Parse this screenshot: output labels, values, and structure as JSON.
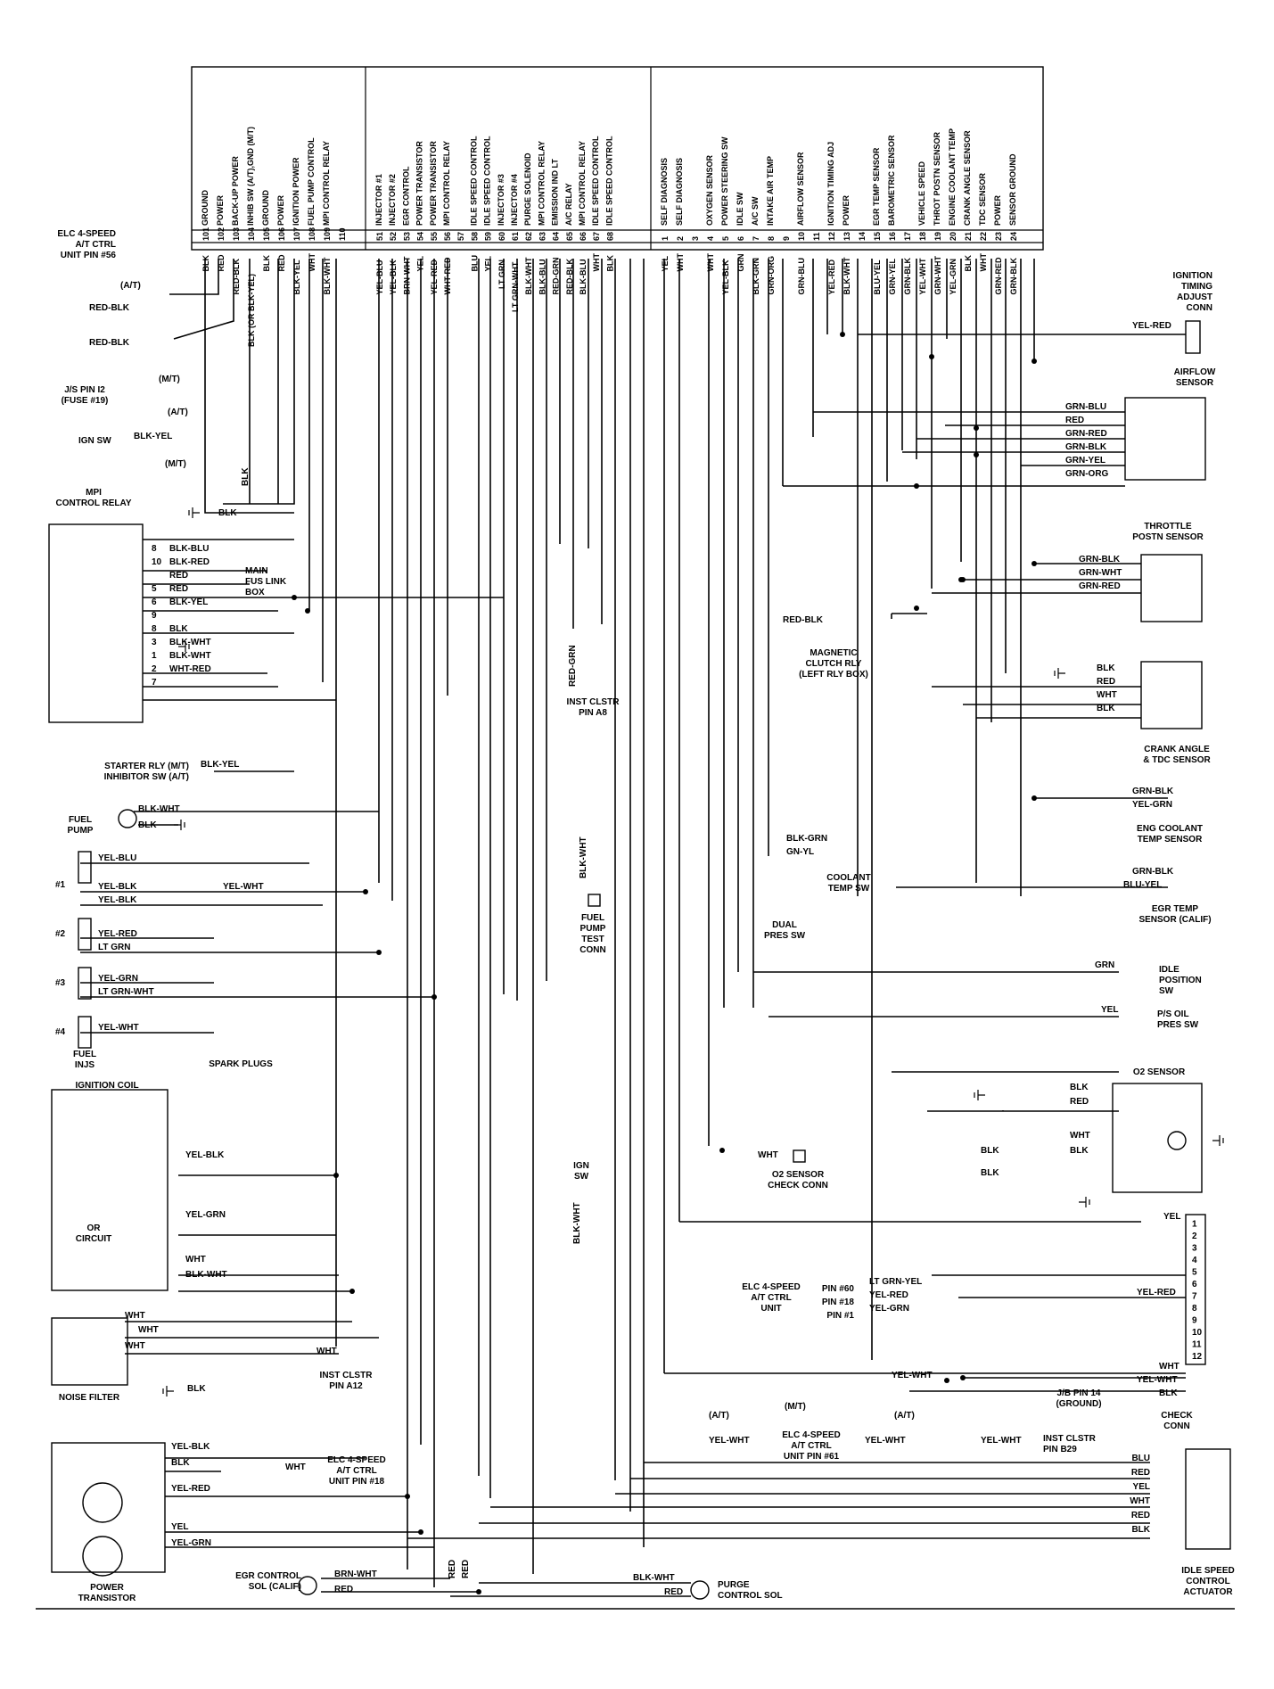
{
  "ecu": {
    "groups": [
      {
        "pins": [
          {
            "num": "101",
            "func": "GROUND",
            "wire": "BLK"
          },
          {
            "num": "102",
            "func": "POWER",
            "wire": "RED"
          },
          {
            "num": "103",
            "func": "BACK-UP POWER",
            "wire": "RED-BLK"
          },
          {
            "num": "104",
            "func": "INHIB SW (A/T),GND (M/T)",
            "wire": "BLK (OR BLK-YEL)"
          },
          {
            "num": "105",
            "func": "GROUND",
            "wire": "BLK"
          },
          {
            "num": "106",
            "func": "POWER",
            "wire": "RED"
          },
          {
            "num": "107",
            "func": "IGNITION POWER",
            "wire": "BLK-YEL"
          },
          {
            "num": "108",
            "func": "FUEL PUMP CONTROL",
            "wire": "WHT"
          },
          {
            "num": "109",
            "func": "MPI CONTROL RELAY",
            "wire": "BLK-WHT"
          },
          {
            "num": "110",
            "func": "",
            "wire": ""
          }
        ]
      },
      {
        "pins": [
          {
            "num": "51",
            "func": "INJECTOR #1",
            "wire": "YEL-BLU"
          },
          {
            "num": "52",
            "func": "INJECTOR #2",
            "wire": "YEL-BLK"
          },
          {
            "num": "53",
            "func": "EGR CONTROL",
            "wire": "BRN-WHT"
          },
          {
            "num": "54",
            "func": "POWER TRANSISTOR",
            "wire": "YEL"
          },
          {
            "num": "55",
            "func": "POWER TRANSISTOR",
            "wire": "YEL-RED"
          },
          {
            "num": "56",
            "func": "MPI CONTROL RELAY",
            "wire": "WHT-RED"
          },
          {
            "num": "57",
            "func": "",
            "wire": ""
          },
          {
            "num": "58",
            "func": "IDLE SPEED CONTROL",
            "wire": "BLU"
          },
          {
            "num": "59",
            "func": "IDLE SPEED CONTROL",
            "wire": "YEL"
          },
          {
            "num": "60",
            "func": "INJECTOR #3",
            "wire": "LT GRN"
          },
          {
            "num": "61",
            "func": "INJECTOR #4",
            "wire": "LT GRN-WHT"
          },
          {
            "num": "62",
            "func": "PURGE SOLENOID",
            "wire": "BLK-WHT"
          },
          {
            "num": "63",
            "func": "MPI CONTROL RELAY",
            "wire": "BLK-BLU"
          },
          {
            "num": "64",
            "func": "EMISSION IND LT",
            "wire": "RED-GRN"
          },
          {
            "num": "65",
            "func": "A/C RELAY",
            "wire": "RED-BLK"
          },
          {
            "num": "66",
            "func": "MPI CONTROL RELAY",
            "wire": "BLK-BLU"
          },
          {
            "num": "67",
            "func": "IDLE SPEED CONTROL",
            "wire": "WHT"
          },
          {
            "num": "68",
            "func": "IDLE SPEED CONTROL",
            "wire": "BLK"
          }
        ]
      },
      {
        "pins": [
          {
            "num": "1",
            "func": "SELF DIAGNOSIS",
            "wire": "YEL"
          },
          {
            "num": "2",
            "func": "SELF DIAGNOSIS",
            "wire": "WHT"
          },
          {
            "num": "3",
            "func": "",
            "wire": ""
          },
          {
            "num": "4",
            "func": "OXYGEN SENSOR",
            "wire": "WHT"
          },
          {
            "num": "5",
            "func": "POWER STEERING SW",
            "wire": "YEL-BLK"
          },
          {
            "num": "6",
            "func": "IDLE SW",
            "wire": "GRN"
          },
          {
            "num": "7",
            "func": "A/C SW",
            "wire": "BLK-GRN"
          },
          {
            "num": "8",
            "func": "INTAKE AIR TEMP",
            "wire": "GRN-ORG"
          },
          {
            "num": "9",
            "func": "",
            "wire": ""
          },
          {
            "num": "10",
            "func": "AIRFLOW SENSOR",
            "wire": "GRN-BLU"
          },
          {
            "num": "11",
            "func": "",
            "wire": ""
          },
          {
            "num": "12",
            "func": "IGNITION TIMING ADJ",
            "wire": "YEL-RED"
          },
          {
            "num": "13",
            "func": "POWER",
            "wire": "BLK-WHT"
          },
          {
            "num": "14",
            "func": "",
            "wire": ""
          },
          {
            "num": "15",
            "func": "EGR TEMP SENSOR",
            "wire": "BLU-YEL"
          },
          {
            "num": "16",
            "func": "BAROMETRIC SENSOR",
            "wire": "GRN-YEL"
          },
          {
            "num": "17",
            "func": "",
            "wire": "GRN-BLK"
          },
          {
            "num": "18",
            "func": "VEHICLE SPEED",
            "wire": "YEL-WHT"
          },
          {
            "num": "19",
            "func": "THROT POSTN SENSOR",
            "wire": "GRN-WHT"
          },
          {
            "num": "20",
            "func": "ENGINE COOLANT TEMP",
            "wire": "YEL-GRN"
          },
          {
            "num": "21",
            "func": "CRANK ANGLE SENSOR",
            "wire": "BLK"
          },
          {
            "num": "22",
            "func": "TDC SENSOR",
            "wire": "WHT"
          },
          {
            "num": "23",
            "func": "POWER",
            "wire": "GRN-RED"
          },
          {
            "num": "24",
            "func": "SENSOR GROUND",
            "wire": "GRN-BLK"
          }
        ]
      }
    ]
  },
  "left_labels": {
    "elc_top": [
      "ELC 4-SPEED",
      "A/T CTRL",
      "UNIT PIN #56"
    ],
    "at": "(A/T)",
    "mt": "(M/T)",
    "red_blk": "RED-BLK",
    "js_pin": [
      "J/S PIN I2",
      "(FUSE #19)"
    ],
    "ign_sw": "IGN SW",
    "blk_yel": "BLK-YEL",
    "blk": "BLK",
    "relay_title": [
      "MPI",
      "CONTROL RELAY"
    ],
    "relay_wires": [
      {
        "pin": "8",
        "wire": "BLK-BLU"
      },
      {
        "pin": "10",
        "wire": "BLK-RED"
      },
      {
        "pin": "",
        "wire": "RED"
      },
      {
        "pin": "5",
        "wire": "RED"
      },
      {
        "pin": "6",
        "wire": "BLK-YEL"
      },
      {
        "pin": "9",
        "wire": ""
      },
      {
        "pin": "8",
        "wire": "BLK"
      },
      {
        "pin": "3",
        "wire": "BLK-WHT"
      },
      {
        "pin": "1",
        "wire": "BLK-WHT"
      },
      {
        "pin": "2",
        "wire": "WHT-RED"
      },
      {
        "pin": "7",
        "wire": ""
      }
    ],
    "main_fus": [
      "MAIN",
      "FUS LINK",
      "BOX"
    ],
    "starter": [
      "STARTER RLY (M/T)",
      "INHIBITOR SW (A/T)"
    ],
    "fuel_pump": [
      "FUEL",
      "PUMP"
    ],
    "blk_wht": "BLK-WHT",
    "injectors": [
      "#1",
      "#2",
      "#3",
      "#4"
    ],
    "inj_wires": [
      "YEL-BLU",
      "YEL-BLK",
      "YEL-WHT",
      "YEL-BLK",
      "YEL-RED",
      "LT GRN",
      "YEL-GRN",
      "LT GRN-WHT",
      "YEL-WHT"
    ],
    "fuel_injs": [
      "FUEL",
      "INJS"
    ],
    "spark_plugs": "SPARK PLUGS",
    "ign_coil": "IGNITION COIL",
    "or_circuit": [
      "OR",
      "CIRCUIT"
    ],
    "coil_wires": [
      "YEL-BLK",
      "YEL-GRN",
      "WHT",
      "BLK-WHT"
    ],
    "noise_filter": "NOISE FILTER",
    "nf_wires": [
      "WHT",
      "WHT",
      "WHT",
      "WHT",
      "BLK"
    ],
    "inst_a12": [
      "INST CLSTR",
      "PIN A12"
    ],
    "pt_wires": [
      "YEL-BLK",
      "BLK",
      "YEL-RED",
      "YEL",
      "YEL-GRN",
      "WHT"
    ],
    "elc_18": [
      "ELC 4-SPEED",
      "A/T CTRL",
      "UNIT PIN #18"
    ],
    "power_transistor": [
      "POWER",
      "TRANSISTOR"
    ],
    "egr_sol": [
      "EGR CONTROL",
      "SOL (CALIF)"
    ],
    "egr_wires": [
      "BRN-WHT",
      "RED"
    ]
  },
  "center_labels": {
    "red_grn": "RED-GRN",
    "inst_a8": [
      "INST CLSTR",
      "PIN A8"
    ],
    "red_blk": "RED-BLK",
    "mag_clutch": [
      "MAGNETIC",
      "CLUTCH RLY",
      "(LEFT RLY BOX)"
    ],
    "fp_test": [
      "FUEL",
      "PUMP",
      "TEST",
      "CONN"
    ],
    "blk_wht": "BLK-WHT",
    "coolant_sw_wires": [
      "BLK-GRN",
      "GN-YL"
    ],
    "coolant_sw": [
      "COOLANT",
      "TEMP SW"
    ],
    "dual_pres": [
      "DUAL",
      "PRES SW"
    ],
    "ign_sw": [
      "IGN",
      "SW"
    ],
    "o2_check": [
      "O2 SENSOR",
      "CHECK CONN"
    ],
    "wht": "WHT",
    "elc_check": [
      "ELC 4-SPEED",
      "A/T CTRL",
      "UNIT"
    ],
    "pins": [
      "PIN #60",
      "PIN #18",
      "PIN #1"
    ],
    "pin_wires": [
      "LT GRN-YEL",
      "YEL-RED",
      "YEL-GRN"
    ],
    "yel_wht": "YEL-WHT",
    "at": "(A/T)",
    "mt": "(M/T)",
    "elc_61": [
      "ELC 4-SPEED",
      "A/T CTRL",
      "UNIT PIN #61"
    ],
    "inst_b29": [
      "INST CLSTR",
      "PIN B29"
    ],
    "purge_wires": [
      "BLK-WHT",
      "RED"
    ],
    "purge": [
      "PURGE",
      "CONTROL SOL"
    ],
    "red": "RED"
  },
  "right_labels": {
    "ign_timing": [
      "IGNITION",
      "TIMING",
      "ADJUST",
      "CONN"
    ],
    "yel_red": "YEL-RED",
    "airflow": [
      "AIRFLOW",
      "SENSOR"
    ],
    "airflow_wires": [
      "GRN-BLU",
      "RED",
      "GRN-RED",
      "GRN-BLK",
      "GRN-YEL",
      "GRN-ORG"
    ],
    "throttle": [
      "THROTTLE",
      "POSTN SENSOR"
    ],
    "throttle_wires": [
      "GRN-BLK",
      "GRN-WHT",
      "GRN-RED"
    ],
    "crank_wires": [
      "BLK",
      "RED",
      "WHT",
      "BLK"
    ],
    "crank": [
      "CRANK ANGLE",
      "& TDC SENSOR"
    ],
    "ect_wires": [
      "GRN-BLK",
      "YEL-GRN"
    ],
    "ect": [
      "ENG COOLANT",
      "TEMP SENSOR"
    ],
    "egr_wires": [
      "GRN-BLK",
      "BLU-YEL"
    ],
    "egr": [
      "EGR TEMP",
      "SENSOR (CALIF)"
    ],
    "idle_wire": "GRN",
    "idle": [
      "IDLE",
      "POSITION",
      "SW"
    ],
    "ps_wire": "YEL",
    "ps": [
      "P/S OIL",
      "PRES SW"
    ],
    "o2": "O2 SENSOR",
    "o2_wires": [
      "BLK",
      "RED",
      "WHT",
      "BLK",
      "BLK",
      "BLK"
    ],
    "check_wires": [
      "YEL",
      "YEL-RED",
      "WHT",
      "YEL-WHT",
      "BLK"
    ],
    "js_pin14": [
      "J/B PIN 14",
      "(GROUND)"
    ],
    "check_conn": [
      "CHECK",
      "CONN"
    ],
    "isc_wires": [
      "BLU",
      "RED",
      "YEL",
      "WHT",
      "RED",
      "BLK"
    ],
    "isc": [
      "IDLE SPEED",
      "CONTROL",
      "ACTUATOR"
    ]
  }
}
